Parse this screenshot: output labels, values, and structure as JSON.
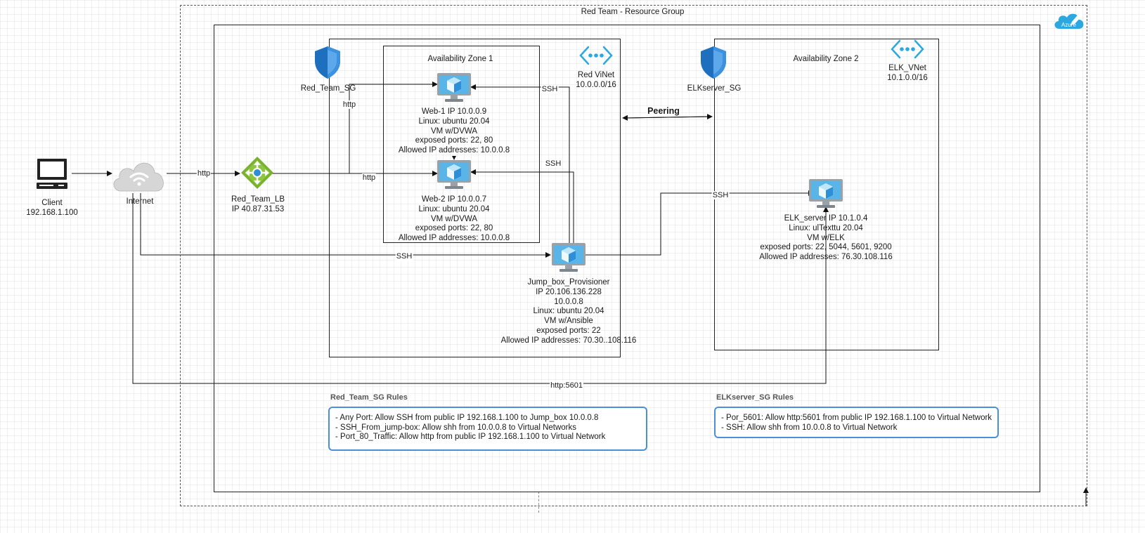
{
  "resource_group": {
    "title": "Red Team - Resource Group",
    "cloud_label": "Azure"
  },
  "zones": {
    "zone1": "Availability Zone 1",
    "zone2": "Availability Zone 2"
  },
  "vnets": {
    "red": {
      "name": "Red ViNet",
      "cidr": "10.0.0.0/16"
    },
    "elk": {
      "name": "ELK_VNet",
      "cidr": "10.1.0.0/16"
    }
  },
  "security_groups": {
    "red": "Red_Team_SG",
    "elk": "ELKserver_SG"
  },
  "client": {
    "name": "Client",
    "ip": "192.168.1.100"
  },
  "internet": {
    "name": "Internet"
  },
  "load_balancer": {
    "name": "Red_Team_LB",
    "ip": "IP 40.87.31.53"
  },
  "web1": {
    "lines": [
      "Web-1 IP 10.0.0.9",
      "Linux: ubuntu 20.04",
      "VM w/DVWA",
      "exposed ports: 22, 80",
      "Allowed IP addresses: 10.0.0.8"
    ]
  },
  "web2": {
    "lines": [
      "Web-2 IP 10.0.0.7",
      "Linux: ubuntu 20.04",
      "VM w/DVWA",
      "exposed ports: 22, 80",
      "Allowed IP addresses: 10.0.0.8"
    ]
  },
  "jumpbox": {
    "lines": [
      "Jump_box_Provisioner",
      "IP 20.106.136.228",
      "10.0.0.8",
      "Linux: ubuntu 20.04",
      "VM w/Ansible",
      "exposed ports: 22",
      "Allowed IP addresses: 70.30..108.116"
    ]
  },
  "elk_server": {
    "lines": [
      "ELK_server IP 10.1.0.4",
      "Linux: ulTexttu 20.04",
      "VM w/ELK",
      "exposed ports: 22, 5044, 5601, 9200",
      "Allowed IP addresses: 76.30.108.116"
    ]
  },
  "edges": {
    "http_client_lb": "http",
    "http_sg": "http",
    "http_web2": "http",
    "ssh_web1": "SSH",
    "ssh_web2": "SSH",
    "ssh_internet_jump": "SSH",
    "ssh_jump_elk": "SSH",
    "peering": "Peering",
    "http_5601": "http:5601"
  },
  "rules": {
    "red": {
      "title": "Red_Team_SG Rules",
      "items": [
        "- Any Port: Allow SSH from public IP 192.168.1.100 to Jump_box 10.0.0.8",
        "- SSH_From_jump-box: Allow shh from 10.0.0.8 to Virtual Networks",
        "- Port_80_Traffic: Allow http from public IP 192.168.1.100 to Virtual Network"
      ]
    },
    "elk": {
      "title": "ELKserver_SG Rules",
      "items": [
        "- Por_5601: Allow http:5601 from public IP 192.168.1.100 to Virtual Network",
        "- SSH: Allow shh from 10.0.0.8 to Virtual Network"
      ]
    }
  },
  "colors": {
    "vm_blue": "#2f8fd6",
    "shield_blue": "#1f6fbf",
    "lb_green": "#7ab12e",
    "rule_border": "#4a90d9",
    "vnet_cyan": "#2ba8e0"
  }
}
